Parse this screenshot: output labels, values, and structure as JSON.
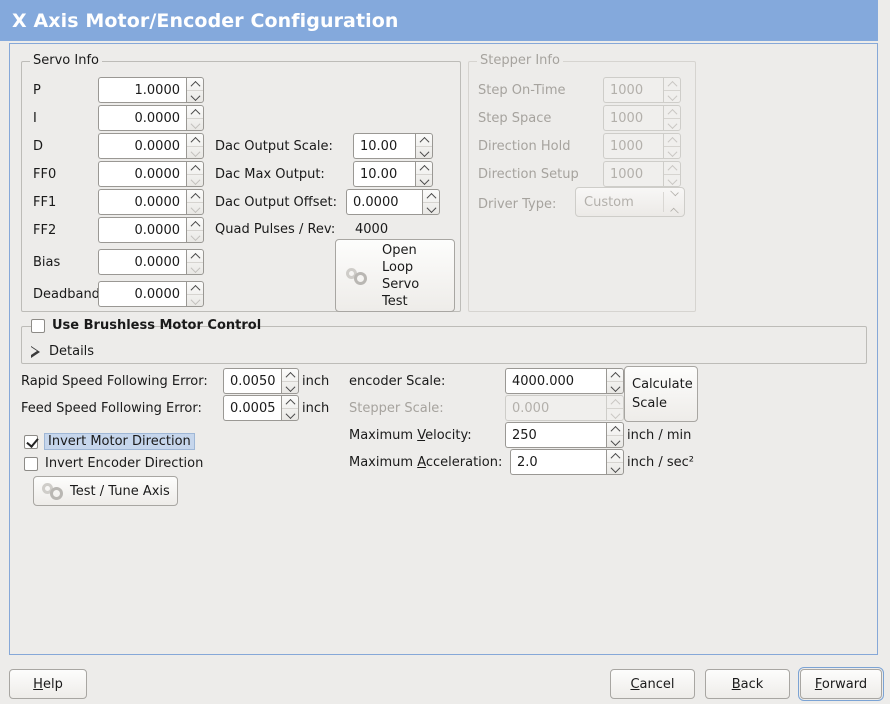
{
  "window": {
    "title": "X Axis Motor/Encoder Configuration",
    "title_bg": "#84a9dc",
    "title_fg": "#ffffff",
    "panel_border": "#86a8d8",
    "background": "#edecea"
  },
  "servo_info": {
    "legend": "Servo Info",
    "fields": [
      {
        "label": "P",
        "value": "1.0000",
        "up_enabled": true,
        "down_enabled": true
      },
      {
        "label": "I",
        "value": "0.0000",
        "up_enabled": true,
        "down_enabled": false
      },
      {
        "label": "D",
        "value": "0.0000",
        "up_enabled": true,
        "down_enabled": false
      },
      {
        "label": "FF0",
        "value": "0.0000",
        "up_enabled": true,
        "down_enabled": false
      },
      {
        "label": "FF1",
        "value": "0.0000",
        "up_enabled": true,
        "down_enabled": false
      },
      {
        "label": "FF2",
        "value": "0.0000",
        "up_enabled": true,
        "down_enabled": false
      },
      {
        "label": "Bias",
        "value": "0.0000",
        "up_enabled": true,
        "down_enabled": false
      },
      {
        "label": "Deadband",
        "value": "0.0000",
        "up_enabled": true,
        "down_enabled": false
      }
    ],
    "dac": [
      {
        "label": "Dac Output Scale:",
        "value": "10.00"
      },
      {
        "label": "Dac Max Output:",
        "value": "10.00"
      },
      {
        "label": "Dac Output Offset:",
        "value": "0.0000"
      }
    ],
    "quad_label": "Quad Pulses / Rev:",
    "quad_value": "4000",
    "open_loop_button": {
      "icon": "gear-icon",
      "lines": [
        "Open",
        "Loop",
        "Servo",
        "Test"
      ]
    }
  },
  "stepper_info": {
    "legend": "Stepper Info",
    "disabled": true,
    "fields": [
      {
        "label": "Step On-Time",
        "value": "1000"
      },
      {
        "label": "Step Space",
        "value": "1000"
      },
      {
        "label": "Direction Hold",
        "value": "1000"
      },
      {
        "label": "Direction Setup",
        "value": "1000"
      }
    ],
    "driver_type": {
      "label": "Driver Type:",
      "value": "Custom"
    }
  },
  "brushless": {
    "checkbox_label": "Use Brushless Motor Control",
    "checked": false,
    "details_label": "Details",
    "details_expanded": false
  },
  "lower_left": {
    "rapid_error": {
      "label": "Rapid Speed Following Error:",
      "value": "0.0050",
      "unit": "inch"
    },
    "feed_error": {
      "label": "Feed Speed Following Error:",
      "value": "0.0005",
      "unit": "inch"
    },
    "invert_motor": {
      "label": "Invert Motor Direction",
      "checked": true,
      "focused": true
    },
    "invert_encoder": {
      "label": "Invert Encoder Direction",
      "checked": false,
      "focused": false
    },
    "test_tune_button": {
      "label": "Test / Tune Axis",
      "icon": "gear-icon"
    }
  },
  "lower_right": {
    "encoder_scale": {
      "label": "encoder Scale:",
      "value": "4000.000",
      "disabled": false
    },
    "stepper_scale": {
      "label": "Stepper Scale:",
      "value": "0.000",
      "disabled": true
    },
    "max_velocity": {
      "label_pre": "Maximum ",
      "label_mnemonic": "V",
      "label_post": "elocity:",
      "value": "250",
      "unit": "inch / min"
    },
    "max_accel": {
      "label_pre": "Maximum ",
      "label_mnemonic": "A",
      "label_post": "cceleration:",
      "value": "2.0",
      "unit": "inch / sec²"
    },
    "calculate_button": {
      "line1": "Calculate",
      "line2": "Scale"
    }
  },
  "action_bar": {
    "help": {
      "mnemonic": "H",
      "rest": "elp",
      "focused": false
    },
    "cancel": {
      "mnemonic": "C",
      "rest": "ancel",
      "focused": false
    },
    "back": {
      "mnemonic": "B",
      "rest": "ack",
      "focused": false
    },
    "forward": {
      "mnemonic": "F",
      "rest": "orward",
      "focused": true
    }
  }
}
